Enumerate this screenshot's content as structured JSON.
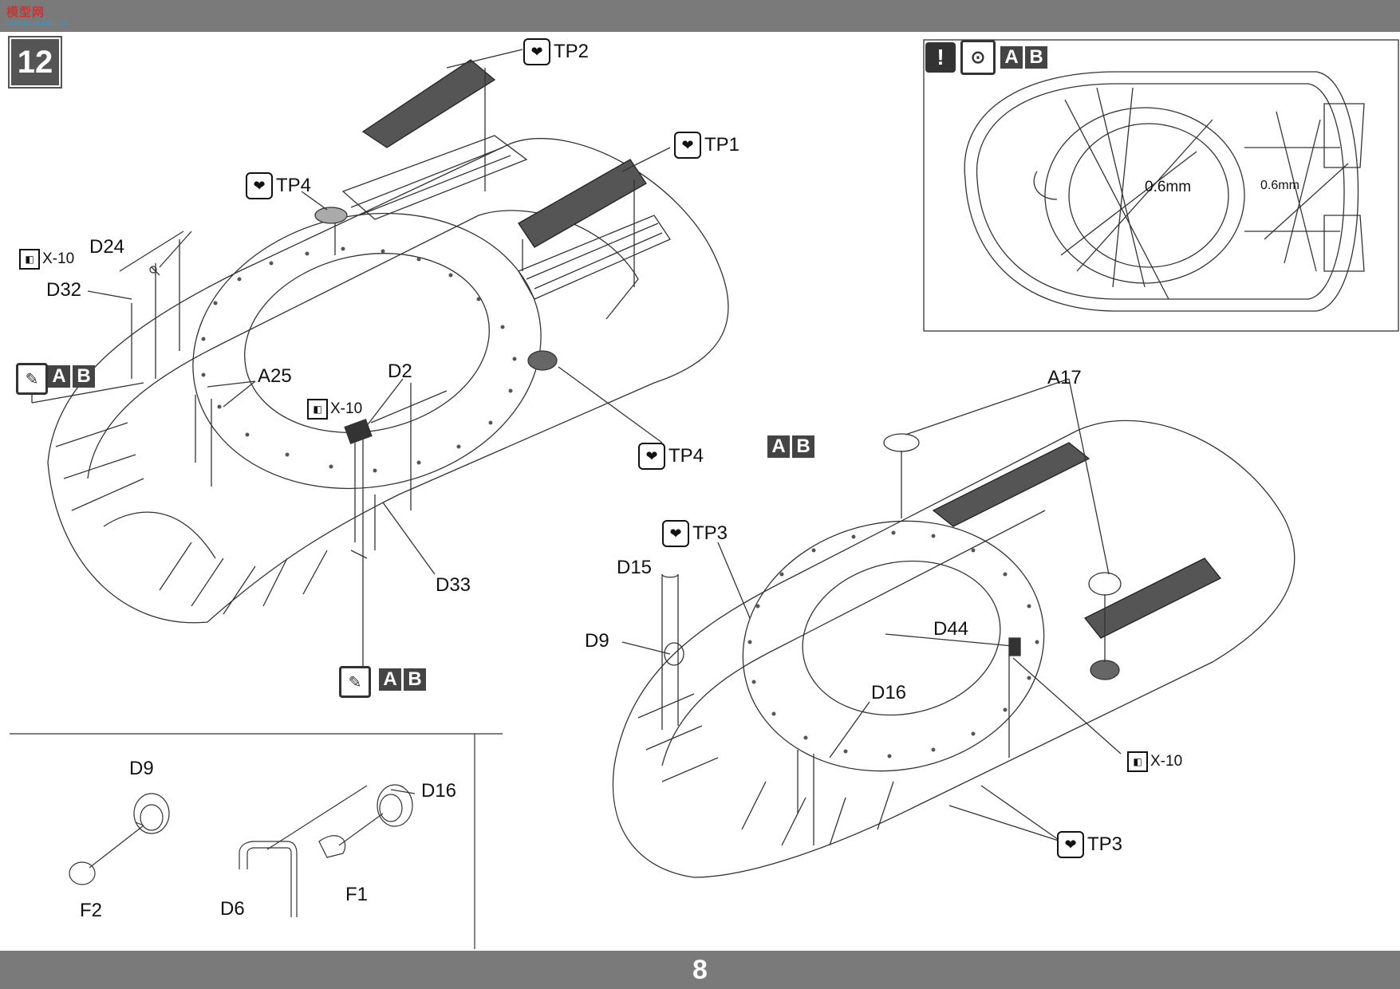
{
  "header": {
    "watermark": "模型网",
    "watermark_sub": "www.mx-moxing.com"
  },
  "step": {
    "number": "12"
  },
  "page": {
    "number": "8"
  },
  "labels": {
    "tp2": "TP2",
    "tp1": "TP1",
    "tp4_top": "TP4",
    "tp4_mid": "TP4",
    "tp3_left": "TP3",
    "tp3_bottom": "TP3",
    "d24": "D24",
    "d32": "D32",
    "a25": "A25",
    "d2": "D2",
    "d33": "D33",
    "x10_a": "X-10",
    "x10_b": "X-10",
    "x10_c": "X-10",
    "a17": "A17",
    "d15": "D15",
    "d9_right": "D9",
    "d44": "D44",
    "d16_right": "D16",
    "d9_sub": "D9",
    "f2": "F2",
    "d16_sub": "D16",
    "d6": "D6",
    "f1": "F1",
    "dim_left": "0.6mm",
    "dim_right": "0.6mm",
    "a_letter": "A",
    "b_letter": "B"
  },
  "icons": {
    "tape": "broken-heart-icon",
    "ref": "sub-assembly-icon",
    "paint": "paint-brush-icon",
    "warn": "exclamation-icon",
    "drill": "drill-icon"
  },
  "colors": {
    "bar": "#7a7a7a",
    "step_bg": "#555555",
    "ink": "#1a1a1a"
  }
}
